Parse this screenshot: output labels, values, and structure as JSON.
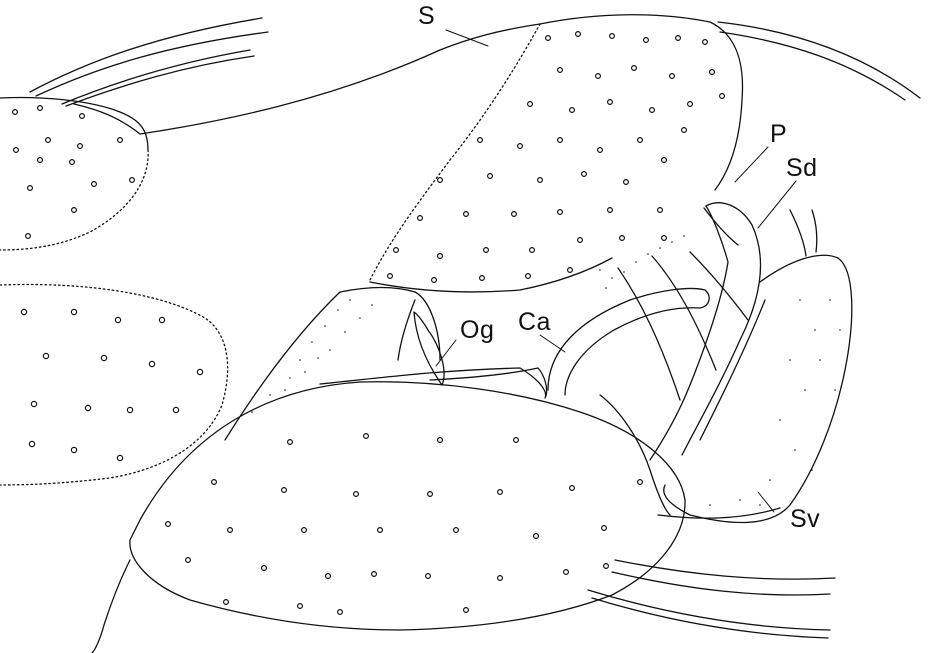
{
  "labels": {
    "s": "S",
    "p": "P",
    "sd": "Sd",
    "og": "Og",
    "ca": "Ca",
    "sv": "Sv"
  },
  "colors": {
    "ink": "#111111",
    "paper": "#ffffff"
  }
}
